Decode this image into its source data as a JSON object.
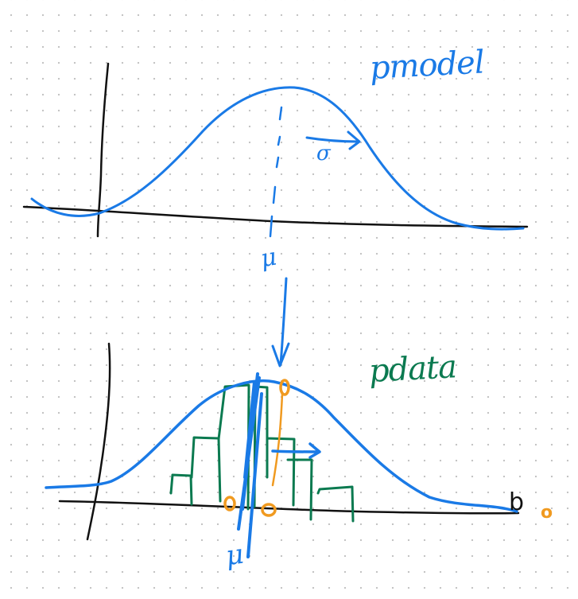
{
  "labels": {
    "p_model": "pmodel",
    "p_data": "pdata",
    "sigma": "σ",
    "mu_top": "μ",
    "mu_bottom": "μ",
    "b_mark": "b",
    "o_mark": "o"
  },
  "colors": {
    "ink_black": "#111111",
    "model_blue": "#1a7ae6",
    "data_green": "#0b7a50",
    "sample_orange": "#f09a20"
  }
}
